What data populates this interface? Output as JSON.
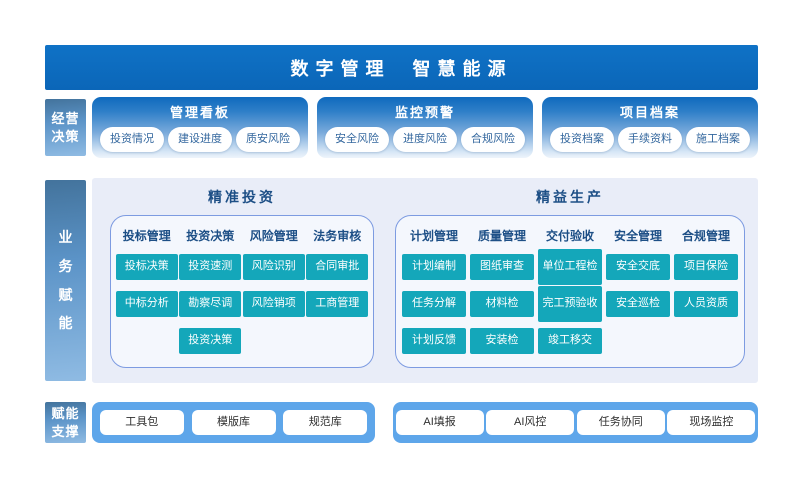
{
  "banner": {
    "title_part1": "数字管理",
    "title_part2": "智慧能源"
  },
  "decision_row": {
    "sidebar_lines": [
      "经营",
      "决策"
    ],
    "panels": [
      {
        "title": "管理看板",
        "items": [
          "投资情况",
          "建设进度",
          "质安风险"
        ]
      },
      {
        "title": "监控预警",
        "items": [
          "安全风险",
          "进度风险",
          "合规风险"
        ]
      },
      {
        "title": "项目档案",
        "items": [
          "投资档案",
          "手续资料",
          "施工档案"
        ]
      }
    ]
  },
  "business_row": {
    "sidebar_chars": [
      "业",
      "务",
      "赋",
      "能"
    ],
    "sections": [
      {
        "title": "精准投资",
        "columns": [
          {
            "header": "投标管理",
            "items": [
              "投标决策",
              "中标分析"
            ]
          },
          {
            "header": "投资决策",
            "items": [
              "投资速测",
              "勘察尽调",
              "投资决策"
            ]
          },
          {
            "header": "风险管理",
            "items": [
              "风险识别",
              "风险销项"
            ]
          },
          {
            "header": "法务审核",
            "items": [
              "合同审批",
              "工商管理"
            ]
          }
        ]
      },
      {
        "title": "精益生产",
        "columns": [
          {
            "header": "计划管理",
            "items": [
              "计划编制",
              "任务分解",
              "计划反馈"
            ]
          },
          {
            "header": "质量管理",
            "items": [
              "图纸审查",
              "材料检",
              "安装检"
            ]
          },
          {
            "header": "交付验收",
            "items": [
              "单位工程检",
              "完工预验收",
              "竣工移交"
            ]
          },
          {
            "header": "安全管理",
            "items": [
              "安全交底",
              "安全巡检"
            ]
          },
          {
            "header": "合规管理",
            "items": [
              "项目保险",
              "人员资质"
            ]
          }
        ]
      }
    ]
  },
  "support_row": {
    "sidebar_lines": [
      "赋能",
      "支撑"
    ],
    "groups": [
      {
        "items": [
          "工具包",
          "模版库",
          "规范库"
        ]
      },
      {
        "items": [
          "AI填报",
          "AI风控",
          "任务协同",
          "现场监控"
        ]
      }
    ]
  },
  "colors": {
    "banner_blue": "#0c6cbf",
    "sidebar_blue_top": "#43739c",
    "sidebar_blue_bottom": "#8fbbe3",
    "panel_gradient_top": "#0f6abe",
    "big_panel_bg": "#e9edf8",
    "box_border": "#7d9be1",
    "tile_teal": "#14a7ba",
    "bar_blue": "#5ea6ea",
    "title_navy": "#1d4f86",
    "pill_text": "#33679e"
  }
}
